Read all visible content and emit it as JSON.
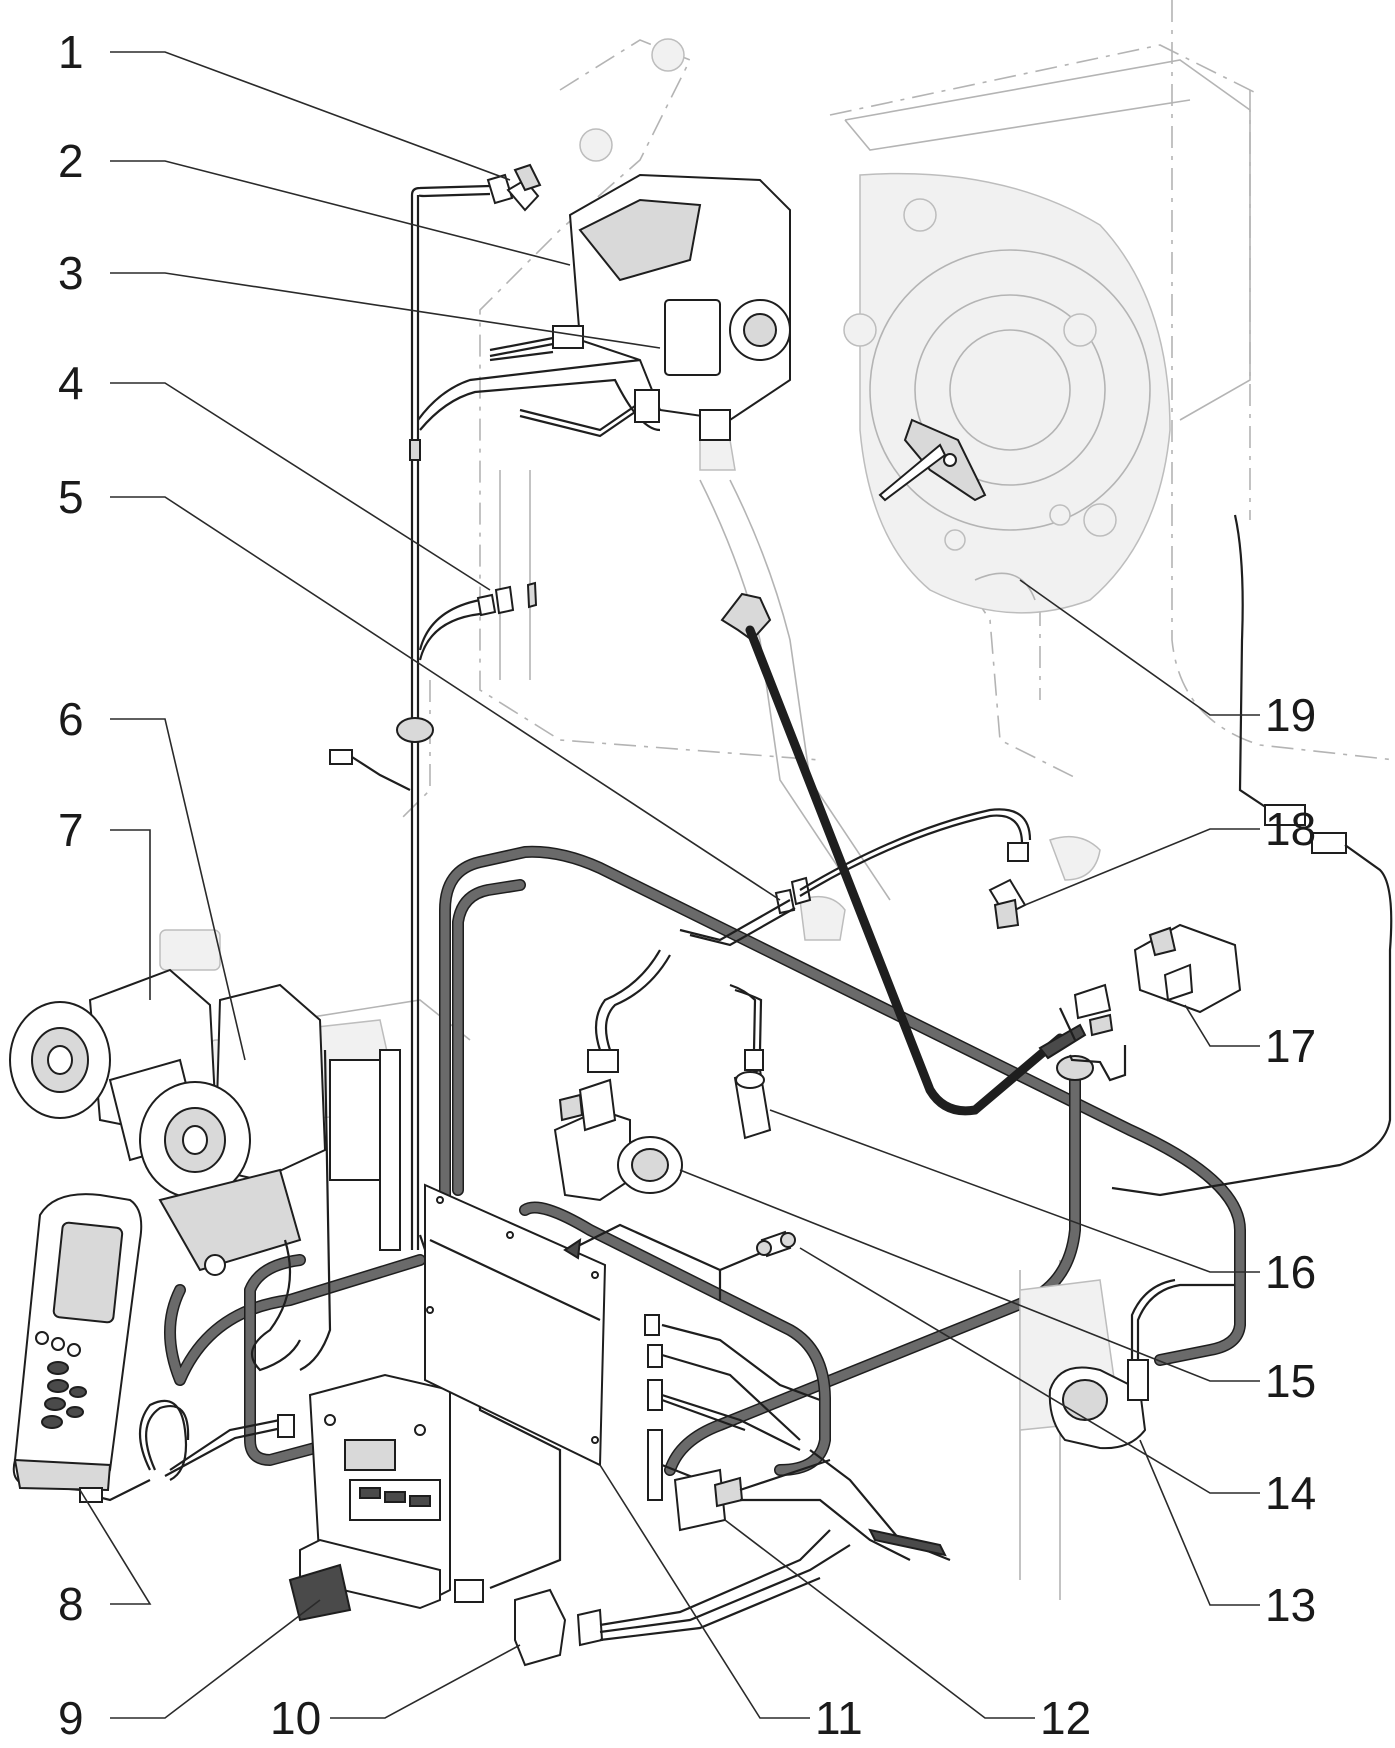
{
  "callouts": [
    {
      "id": 1,
      "label": "1"
    },
    {
      "id": 2,
      "label": "2"
    },
    {
      "id": 3,
      "label": "3"
    },
    {
      "id": 4,
      "label": "4"
    },
    {
      "id": 5,
      "label": "5"
    },
    {
      "id": 6,
      "label": "6"
    },
    {
      "id": 7,
      "label": "7"
    },
    {
      "id": 8,
      "label": "8"
    },
    {
      "id": 9,
      "label": "9"
    },
    {
      "id": 10,
      "label": "10"
    },
    {
      "id": 11,
      "label": "11"
    },
    {
      "id": 12,
      "label": "12"
    },
    {
      "id": 13,
      "label": "13"
    },
    {
      "id": 14,
      "label": "14"
    },
    {
      "id": 15,
      "label": "15"
    },
    {
      "id": 16,
      "label": "16"
    },
    {
      "id": 17,
      "label": "17"
    },
    {
      "id": 18,
      "label": "18"
    },
    {
      "id": 19,
      "label": "19"
    }
  ],
  "colors": {
    "line": "#1e1e1e",
    "ghost": "#b4b4b4",
    "harness": "#6a6a6a",
    "background": "#ffffff"
  }
}
